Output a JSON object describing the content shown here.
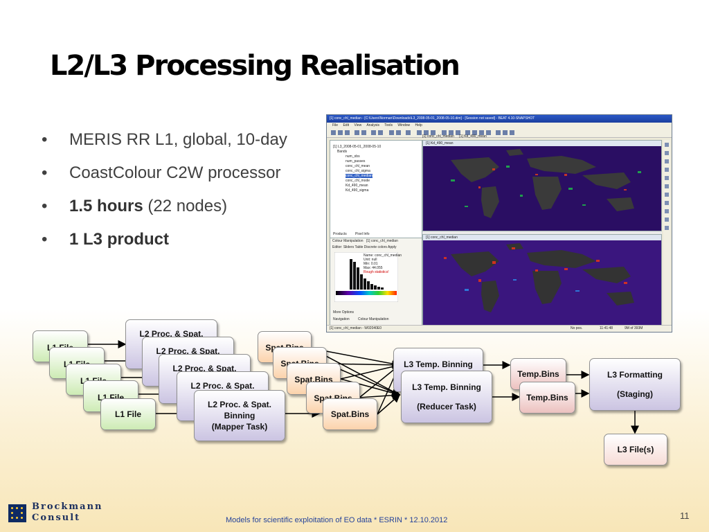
{
  "title": "L2/L3 Processing Realisation",
  "bullets": [
    {
      "bold": "",
      "text": "MERIS RR L1, global, 10-day"
    },
    {
      "bold": "",
      "text": "CoastColour C2W processor"
    },
    {
      "bold": "1.5 hours",
      "text": " (22 nodes)"
    },
    {
      "bold": "1 L3 product",
      "text": ""
    }
  ],
  "screenshot": {
    "window_title": "[1] conc_chl_median - [C:\\Users\\Norman\\Downloads\\L3_2008-05-01_2008-05-10.dim] - [Session not saved] - BEAT 4.10-SNAPSHOT",
    "menu": [
      "File",
      "Edit",
      "View",
      "Analysis",
      "Tools",
      "Window",
      "Help"
    ],
    "tree": {
      "root": "[1] L3_2008-05-01_2008-05-10",
      "folder": "Bands",
      "bands": [
        "num_obs",
        "num_passes",
        "conc_chl_mean",
        "conc_chl_sigma",
        "conc_chl_median",
        "conc_chl_mode",
        "Kd_490_mean",
        "Kd_490_sigma"
      ],
      "selected": "conc_chl_median"
    },
    "tabs": {
      "products": "Products",
      "pixel_info": "Pixel Info"
    },
    "colour_manip": {
      "tab": "Colour Manipulation",
      "tab2": "[1] conc_chl_median",
      "editor_label": "Editor:",
      "sliders": "Sliders",
      "table": "Table",
      "discrete": "Discrete colors",
      "apply": "Apply",
      "info": [
        "Name: conc_chl_median",
        "Unit: null",
        "Min: 0.01",
        "Max: 44.055"
      ],
      "rough": "Rough statistics!",
      "more": "More Options",
      "bottom_tabs": [
        "Navigation",
        "Colour Manipulation"
      ]
    },
    "map_titles": [
      "[1] Kd_490_mean",
      "[1] conc_chl_median"
    ],
    "editor_tabs": [
      "[1] conc_chl_median",
      "[1] Kd_490_mean"
    ],
    "status": {
      "file": "[1] conc_chl_median - W02040E0",
      "pos": "No pos.",
      "time": "11:41:48",
      "mem": "9M of 393M"
    }
  },
  "diagram": {
    "l1_file": "L1 File",
    "l2_proc": "L2 Proc. & Spat.",
    "l2_binning": "Binning",
    "l2_mapper": "(Mapper Task)",
    "spat_bins": "Spat.Bins",
    "l3_temp": "L3 Temp. Binning",
    "l3_reducer": "(Reducer Task)",
    "temp_bins": "Temp.Bins",
    "l3_formatting": "L3 Formatting",
    "l3_staging": "(Staging)",
    "l3_files": "L3 File(s)"
  },
  "colors": {
    "title": "#000000",
    "bullet_text": "#404040",
    "l1_fill": "#cdebb4",
    "l2_fill": "#cbc4e2",
    "spatbins_fill": "#fbd3ab",
    "tempbins_fill": "#ecc1bf",
    "footer_text": "#24429a",
    "logo_navy": "#0e2a63"
  },
  "logo": {
    "line1": "Brockmann",
    "line2": "Consult"
  },
  "footer": "Models for scientific exploitation of EO data * ESRIN * 12.10.2012",
  "page_number": "11"
}
